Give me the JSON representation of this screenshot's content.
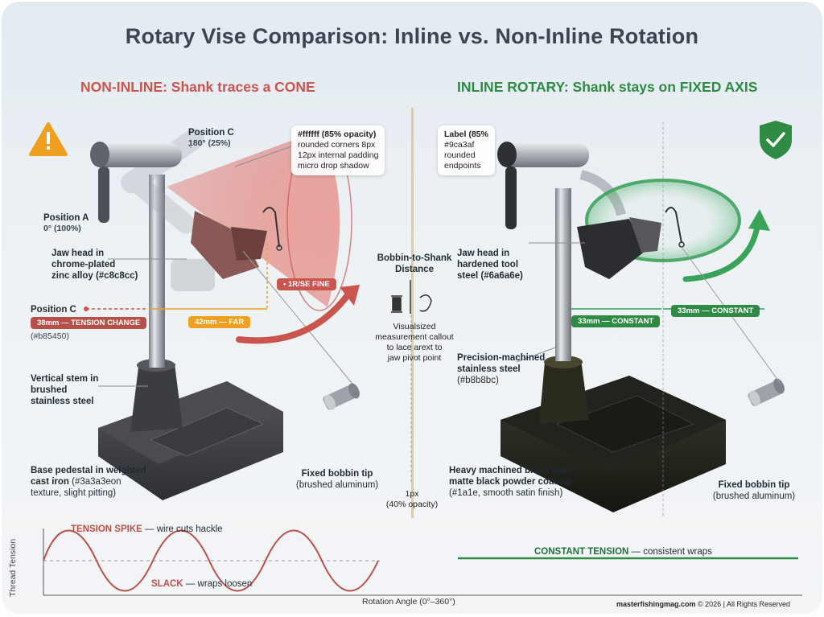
{
  "title": "Rotary Vise Comparison: Inline vs. Non-Inline Rotation",
  "left": {
    "header": "NON-INLINE: Shank traces a CONE",
    "position_c_top": {
      "name": "Position C",
      "detail": "180° (25%)"
    },
    "position_a": {
      "name": "Position A",
      "detail": "0° (100%)"
    },
    "jaw_head": [
      "Jaw head in",
      "chrome-plated",
      "zinc alloy (#c8c8cc)"
    ],
    "position_c_side": "Position C",
    "tension_change_pill": "38mm — TENSION CHANGE",
    "tension_change_color": "(#b85450)",
    "far_pill": "42mm — FAR",
    "fine_pill": "• 1R/SE FINE",
    "stem": [
      "Vertical stem in",
      "brushed",
      "stainless steel"
    ],
    "base": {
      "bold": "Base pedestal in weighted cast iron",
      "detail": "(#3a3a3eon texture, slight pitting)"
    },
    "bobbin": {
      "bold": "Fixed bobbin tip",
      "detail": "(brushed aluminum)"
    },
    "callout": [
      "#ffffff (85% opacity)",
      "rounded corners 8px",
      "12px internal padding",
      "micro drop shadow"
    ]
  },
  "center": {
    "heading": [
      "Bobbin-to-Shank",
      "Distance"
    ],
    "description": [
      "Visualsized",
      "measurement callout",
      "to lace arext to",
      "jaw pivot point"
    ],
    "line_note": [
      "1px",
      "(40% opacity)"
    ]
  },
  "right": {
    "header": "INLINE ROTARY: Shank stays on FIXED AXIS",
    "callout": [
      "Label (85%",
      "#9ca3af",
      "rounded",
      "endpoints"
    ],
    "jaw_head": [
      "Jaw head in",
      "hardened tool",
      "steel (#6a6a6e)"
    ],
    "constant_pill_1": "33mm — CONSTANT",
    "constant_pill_2": "33mm — CONSTANT",
    "precision": {
      "bold": "Precision-machined stainless steel",
      "detail": "(#b8b8bc)"
    },
    "base": {
      "bold": "Heavy machined brass with matte black powder coating",
      "detail": "(#1a1e, smooth satin finish)"
    },
    "bobbin": {
      "bold": "Fixed bobbin tip",
      "detail": "(brushed aluminum)"
    }
  },
  "graph": {
    "ylabel": "Thread Tension",
    "xlabel": "Rotation Angle (0°–360°)",
    "spike": {
      "bold": "TENSION SPIKE",
      "rest": " — wire cuts hackle"
    },
    "slack": {
      "bold": "SLACK",
      "rest": " — wraps loosen"
    },
    "constant": {
      "bold": "CONSTANT TENSION",
      "rest": " — consistent wraps"
    }
  },
  "footer": {
    "site": "masterfishingmag.com",
    "rest": " © 2026 | All Rights Reserved"
  },
  "colors": {
    "red": "#c9554e",
    "green": "#2f8a44",
    "orange": "#f0a020",
    "darkgreen": "#1f6f3a"
  }
}
